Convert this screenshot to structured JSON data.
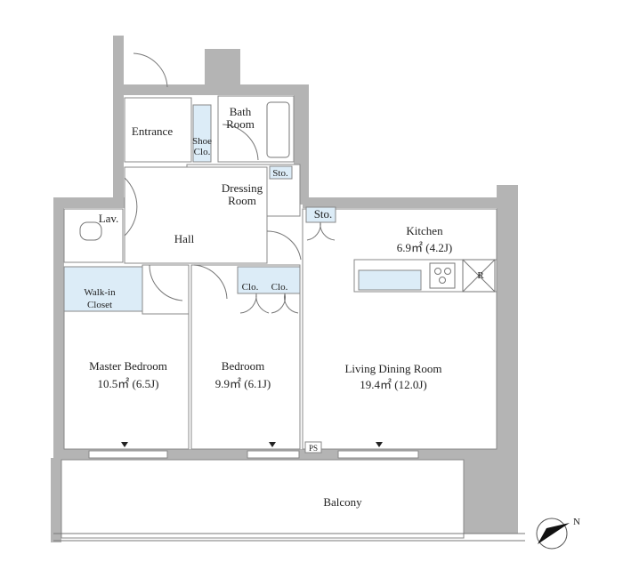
{
  "rooms": {
    "entrance": "Entrance",
    "shoe_closet": [
      "Shoe",
      "Clo."
    ],
    "bath_room": [
      "Bath",
      "Room"
    ],
    "storage_1": "Sto.",
    "dressing_room": [
      "Dressing",
      "Room"
    ],
    "storage_2": "Sto.",
    "lavatory": "Lav.",
    "hall": "Hall",
    "kitchen": {
      "name": "Kitchen",
      "area": "6.9㎡ (4.2J)"
    },
    "refrigerator": "R",
    "walk_in_closet": [
      "Walk-in",
      "Closet"
    ],
    "closet_1": "Clo.",
    "closet_2": "Clo.",
    "master_bedroom": {
      "name": "Master Bedroom",
      "area": "10.5㎡ (6.5J)"
    },
    "bedroom": {
      "name": "Bedroom",
      "area": "9.9㎡ (6.1J)"
    },
    "living_dining": {
      "name": "Living Dining Room",
      "area": "19.4㎡ (12.0J)"
    },
    "pipe_space": "PS",
    "balcony": "Balcony"
  },
  "compass": {
    "label": "N"
  }
}
